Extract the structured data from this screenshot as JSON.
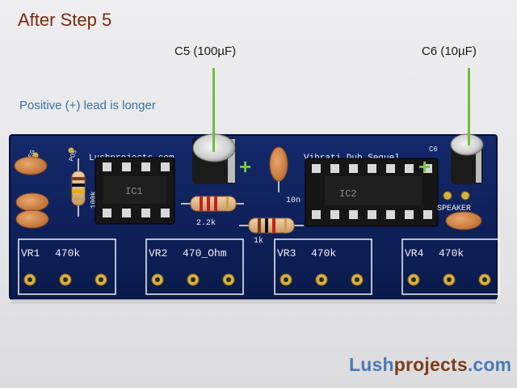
{
  "step_title": "After Step 5",
  "callouts": {
    "c5": "C5 (100µF)",
    "c6": "C6 (10µF)",
    "note": "Positive (+) lead is longer",
    "plus": "+"
  },
  "board": {
    "title_left": "Lushprojects.com",
    "title_right": "Vibrati Dub Sequel",
    "neg": "NEG",
    "pos": "POS",
    "ic1": "IC1",
    "ic2": "IC2",
    "speaker": "SPEAKER",
    "c6_silk": "C6",
    "r_100k": "100k",
    "r_2_2k": "2.2k",
    "r_1k": "1k",
    "c_10n": "10n",
    "pots": [
      {
        "ref": "VR1",
        "value": "470k"
      },
      {
        "ref": "VR2",
        "value": "470_Ohm"
      },
      {
        "ref": "VR3",
        "value": "470k"
      },
      {
        "ref": "VR4",
        "value": "470k"
      }
    ]
  },
  "brand": {
    "lush": "Lush",
    "projects": "projects",
    "com": ".com"
  },
  "colors": {
    "board": "#0c1f5a",
    "silk": "#f2f2f2",
    "pad": "#d6b243",
    "callout_line": "#6fbf3a",
    "title": "#7a2a0e"
  }
}
